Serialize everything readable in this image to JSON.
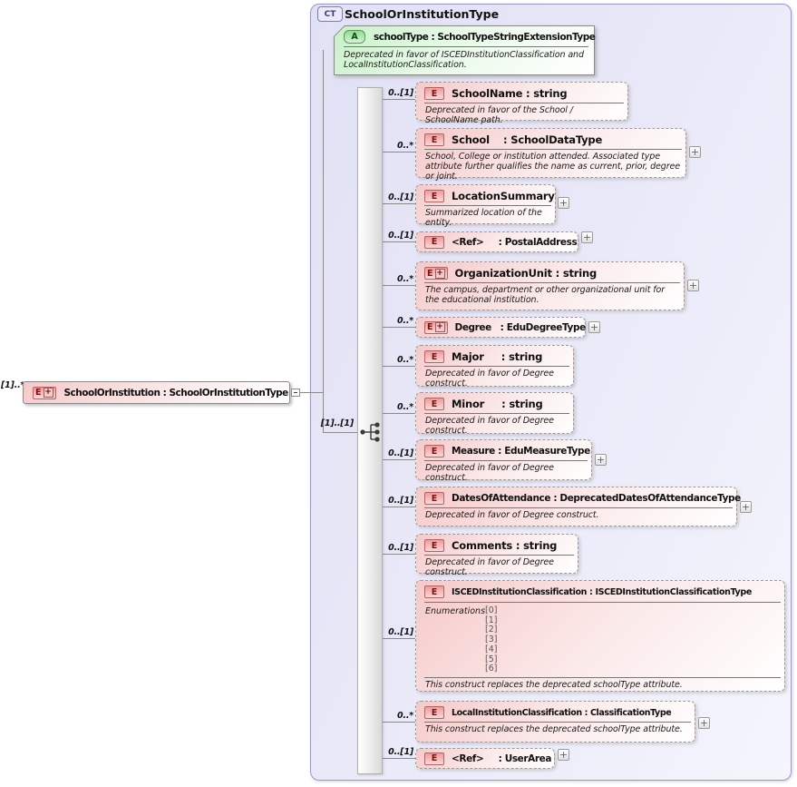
{
  "icons": {
    "expand": "+"
  },
  "header": {
    "badge": "CT",
    "title": "SchoolOrInstitutionType"
  },
  "root_element": {
    "cardinality": "[1]..*",
    "badge": "E",
    "badge_plus": true,
    "label": "SchoolOrInstitution : SchoolOrInstitutionType"
  },
  "attribute": {
    "badge": "A",
    "title": "schoolType : SchoolTypeStringExtensionType",
    "note": "Deprecated in favor of ISCEDInstitutionClassification and LocalInstitutionClassification."
  },
  "sequence": {
    "cardinality": "[1]..[1]"
  },
  "colors": {
    "container_lavender": "#e6e6f8",
    "element_pink": "#f6c9c9",
    "attribute_green": "#c7f1c7",
    "badge_red_text": "#7c1212",
    "badge_green_text": "#0b4d0b",
    "line_gray": "#8a8a8a"
  },
  "elements": [
    {
      "cardinality": "0..[1]",
      "badge": "E",
      "badge_plus": false,
      "title": "SchoolName : string",
      "note": "Deprecated in favor of the School / SchoolName path.",
      "expandable": false
    },
    {
      "cardinality": "0..*",
      "badge": "E",
      "badge_plus": false,
      "title": "School    : SchoolDataType",
      "note": "School, College or institution attended.  Associated type attribute further qualifies the name as current, prior,  degree or joint.",
      "expandable": true
    },
    {
      "cardinality": "0..[1]",
      "badge": "E",
      "badge_plus": false,
      "title": "LocationSummary",
      "note": "Summarized location of the entity.",
      "expandable": true
    },
    {
      "cardinality": "0..[1]",
      "badge": "E",
      "badge_plus": false,
      "title": "<Ref>     : PostalAddress",
      "expandable": true
    },
    {
      "cardinality": "0..*",
      "badge": "E",
      "badge_plus": true,
      "title": "OrganizationUnit : string",
      "note": "The campus, department or other organizational unit for the educational institution.",
      "expandable": true
    },
    {
      "cardinality": "0..*",
      "badge": "E",
      "badge_plus": true,
      "title": "Degree   : EduDegreeType",
      "expandable": true
    },
    {
      "cardinality": "0..*",
      "badge": "E",
      "badge_plus": false,
      "title": "Major     : string",
      "note": "Deprecated in favor of Degree construct.",
      "expandable": false
    },
    {
      "cardinality": "0..*",
      "badge": "E",
      "badge_plus": false,
      "title": "Minor     : string",
      "note": "Deprecated in favor of Degree construct.",
      "expandable": false
    },
    {
      "cardinality": "0..[1]",
      "badge": "E",
      "badge_plus": false,
      "title": "Measure : EduMeasureType",
      "note": "Deprecated in favor of Degree construct.",
      "expandable": true
    },
    {
      "cardinality": "0..[1]",
      "badge": "E",
      "badge_plus": false,
      "title": "DatesOfAttendance : DeprecatedDatesOfAttendanceType",
      "note": "Deprecated in favor of Degree construct.",
      "expandable": true
    },
    {
      "cardinality": "0..[1]",
      "badge": "E",
      "badge_plus": false,
      "title": "Comments : string",
      "note": "Deprecated in favor of Degree construct.",
      "expandable": false
    },
    {
      "cardinality": "0..[1]",
      "badge": "E",
      "badge_plus": false,
      "title": "ISCEDInstitutionClassification : ISCEDInstitutionClassificationType",
      "enumerations": {
        "label": "Enumerations",
        "values": [
          "[0]",
          "[1]",
          "[2]",
          "[3]",
          "[4]",
          "[5]",
          "[6]"
        ]
      },
      "note": "This construct replaces the deprecated schoolType attribute.",
      "expandable": false
    },
    {
      "cardinality": "0..*",
      "badge": "E",
      "badge_plus": false,
      "title": "LocalInstitutionClassification : ClassificationType",
      "note": "This construct replaces the deprecated schoolType attribute.",
      "expandable": true
    },
    {
      "cardinality": "0..[1]",
      "badge": "E",
      "badge_plus": false,
      "title": "<Ref>     : UserArea",
      "expandable": true
    }
  ]
}
